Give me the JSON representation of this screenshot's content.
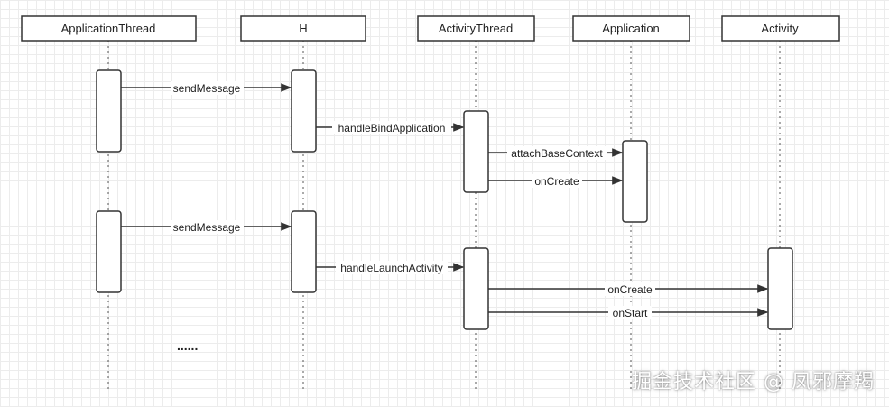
{
  "participants": [
    {
      "label": "ApplicationThread"
    },
    {
      "label": "H"
    },
    {
      "label": "ActivityThread"
    },
    {
      "label": "Application"
    },
    {
      "label": "Activity"
    }
  ],
  "messages": [
    {
      "label": "sendMessage",
      "from": "ApplicationThread",
      "to": "H"
    },
    {
      "label": "handleBindApplication",
      "from": "H",
      "to": "ActivityThread"
    },
    {
      "label": "attachBaseContext",
      "from": "ActivityThread",
      "to": "Application"
    },
    {
      "label": "onCreate",
      "from": "ActivityThread",
      "to": "Application"
    },
    {
      "label": "sendMessage",
      "from": "ApplicationThread",
      "to": "H"
    },
    {
      "label": "handleLaunchActivity",
      "from": "H",
      "to": "ActivityThread"
    },
    {
      "label": "onCreate",
      "from": "ActivityThread",
      "to": "Activity"
    },
    {
      "label": "onStart",
      "from": "ActivityThread",
      "to": "Activity"
    }
  ],
  "ellipsis": "......",
  "watermark": "掘金技术社区 @ 凤邪摩羯",
  "colors": {
    "stroke": "#333333",
    "text": "#222222",
    "grid": "#ececec"
  }
}
